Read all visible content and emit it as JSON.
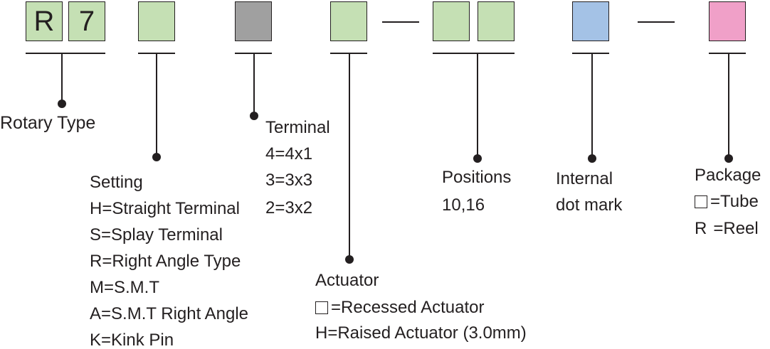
{
  "colors": {
    "green": "#c5e0b4",
    "gray": "#a0a0a0",
    "blue": "#a4c2e6",
    "pink": "#f0a0c8",
    "ink": "#231f20"
  },
  "part_code": {
    "prefix_char_1": "R",
    "prefix_char_2": "7"
  },
  "rotary_type": {
    "label": "Rotary Type"
  },
  "setting": {
    "title": "Setting",
    "options": [
      "H=Straight Terminal",
      "S=Splay Terminal",
      "R=Right Angle Type",
      "M=S.M.T",
      "A=S.M.T Right Angle",
      "K=Kink Pin"
    ]
  },
  "terminal": {
    "title": "Terminal",
    "options": [
      "4=4x1",
      "3=3x3",
      "2=3x2"
    ]
  },
  "actuator": {
    "title": "Actuator",
    "option_blank": "=Recessed Actuator",
    "option_raised": "H=Raised Actuator (3.0mm)"
  },
  "positions": {
    "title": "Positions",
    "values": "10,16"
  },
  "internal": {
    "line1": "Internal",
    "line2": "dot mark"
  },
  "package": {
    "title": "Package",
    "option_blank": "=Tube",
    "option_reel_code": "R",
    "option_reel_text": "=Reel"
  }
}
